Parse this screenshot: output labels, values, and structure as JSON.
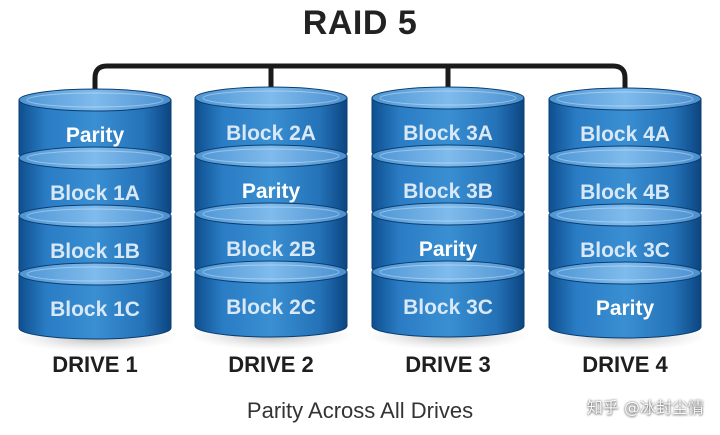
{
  "title": "RAID 5",
  "caption": "Parity Across All Drives",
  "watermark": "知乎 @冰封尘情",
  "colors": {
    "drive_blue": "#1f6fb8",
    "drive_dark": "#0f4a86",
    "drive_light": "#5fa6e0",
    "connector": "#1a1a1a",
    "parity_text": "#ffffff",
    "block_text": "#d8e8f6"
  },
  "drives": [
    {
      "label": "DRIVE 1",
      "segments": [
        "Parity",
        "Block 1A",
        "Block 1B",
        "Block 1C"
      ]
    },
    {
      "label": "DRIVE 2",
      "segments": [
        "Block 2A",
        "Parity",
        "Block 2B",
        "Block 2C"
      ]
    },
    {
      "label": "DRIVE 3",
      "segments": [
        "Block 3A",
        "Block 3B",
        "Parity",
        "Block 3C"
      ]
    },
    {
      "label": "DRIVE 4",
      "segments": [
        "Block 4A",
        "Block 4B",
        "Block 3C",
        "Parity"
      ]
    }
  ]
}
